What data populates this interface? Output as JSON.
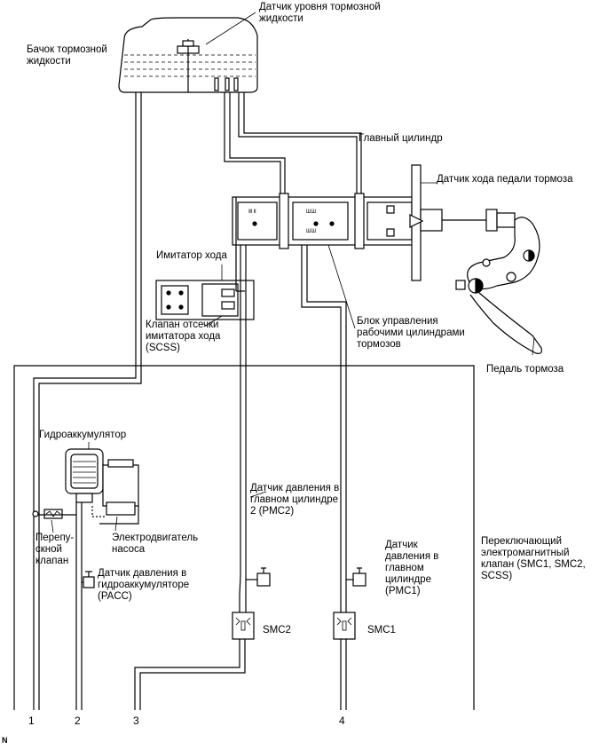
{
  "labels": {
    "fluid_level_sensor": "Датчик уровня тормозной\nжидкости",
    "reservoir": "Бачок тормозной\nжидкости",
    "master_cylinder": "Главный цилиндр",
    "pedal_stroke_sensor": "Датчик хода педали тормоза",
    "stroke_simulator": "Имитатор хода",
    "scss_valve": "Клапан отсечки\nимитатора хода\n(SCSS)",
    "actuator_block": "Блок управления\nрабочими цилиндрами\nтормозов",
    "brake_pedal": "Педаль тормоза",
    "accumulator": "Гидроаккумулятор",
    "pmc2_sensor": "Датчик давления в\nглавном цилиндре\n2 (PMC2)",
    "bypass_valve": "Перепу-\nскной\nклапан",
    "pump_motor": "Электродвигатель\nнасоса",
    "pacc_sensor": "Датчик давления в\nгидроаккумуляторе\n(PACC)",
    "pmc1_sensor": "Датчик\nдавления в\nглавном\nцилиндре\n(PMC1)",
    "switch_valve": "Переключающий\nэлектромагнитный\nклапан (SMC1, SMC2,\nSCSS)",
    "smc2": "SMC2",
    "smc1": "SMC1",
    "corner_mark": "N"
  },
  "port_numbers": [
    "1",
    "2",
    "3",
    "4"
  ]
}
